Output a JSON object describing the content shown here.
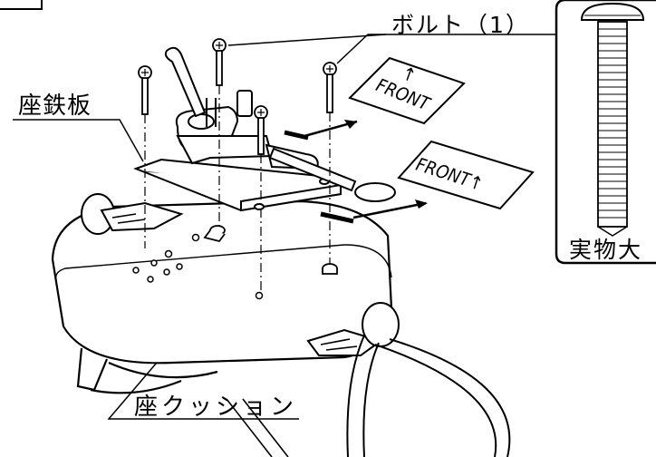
{
  "labels": {
    "bolt": "ボルト（1）",
    "seat_plate": "座鉄板",
    "seat_cushion": "座クッション",
    "actual_size": "実物大"
  },
  "front_tags": {
    "upper_arrow": "↑",
    "upper_text": "FRONT",
    "lower_text": "FRONT↑"
  }
}
